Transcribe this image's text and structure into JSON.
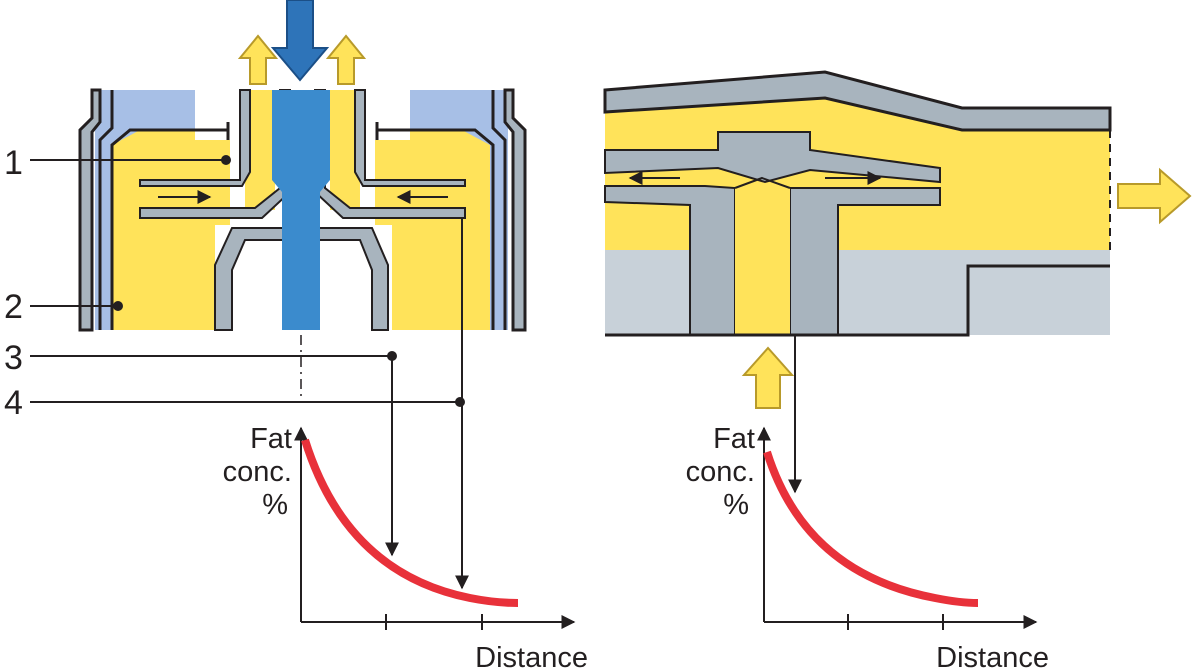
{
  "labels": {
    "callout_1": "1",
    "callout_2": "2",
    "callout_3": "3",
    "callout_4": "4"
  },
  "left_graph": {
    "ylabel_line1": "Fat",
    "ylabel_line2": "conc.",
    "ylabel_line3": "%",
    "xlabel": "Distance"
  },
  "right_graph": {
    "ylabel_line1": "Fat",
    "ylabel_line2": "conc.",
    "ylabel_line3": "%",
    "xlabel": "Distance"
  },
  "colors": {
    "milk_yellow": "#ffe35a",
    "cream_blue": "#3b8bcd",
    "light_blue": "#a7bfe6",
    "metal_gray": "#a8b4be",
    "dark_outline": "#231f20",
    "curve_red": "#e8313a",
    "arrow_yellow": "#ffe35a",
    "arrow_outline": "#b89a2a"
  }
}
